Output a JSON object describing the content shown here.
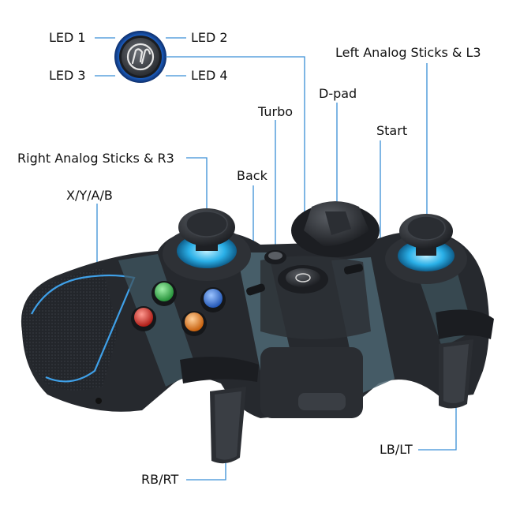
{
  "callouts": {
    "led1": "LED 1",
    "led2": "LED 2",
    "led3": "LED 3",
    "led4": "LED 4",
    "left_stick": "Left Analog Sticks & L3",
    "dpad": "D-pad",
    "turbo": "Turbo",
    "start": "Start",
    "right_stick": "Right Analog Sticks & R3",
    "back": "Back",
    "face_buttons": "X/Y/A/B",
    "lb_lt": "LB/LT",
    "rb_rt": "RB/RT"
  },
  "icons": {
    "logo": "easysmx-logo-icon",
    "controller": "gamepad-icon"
  },
  "colors": {
    "callout_line": "#3a8fd6",
    "led_glow": "#2f7fe0",
    "stick_glow": "#2ab0e8",
    "body_dark": "#26292e",
    "body_teal": "#4b6470",
    "accent_blue": "#3fa0e8",
    "button_green": "#33b84a",
    "button_blue": "#2a6fd6",
    "button_red": "#d8261e",
    "button_orange": "#ee7a1a"
  }
}
